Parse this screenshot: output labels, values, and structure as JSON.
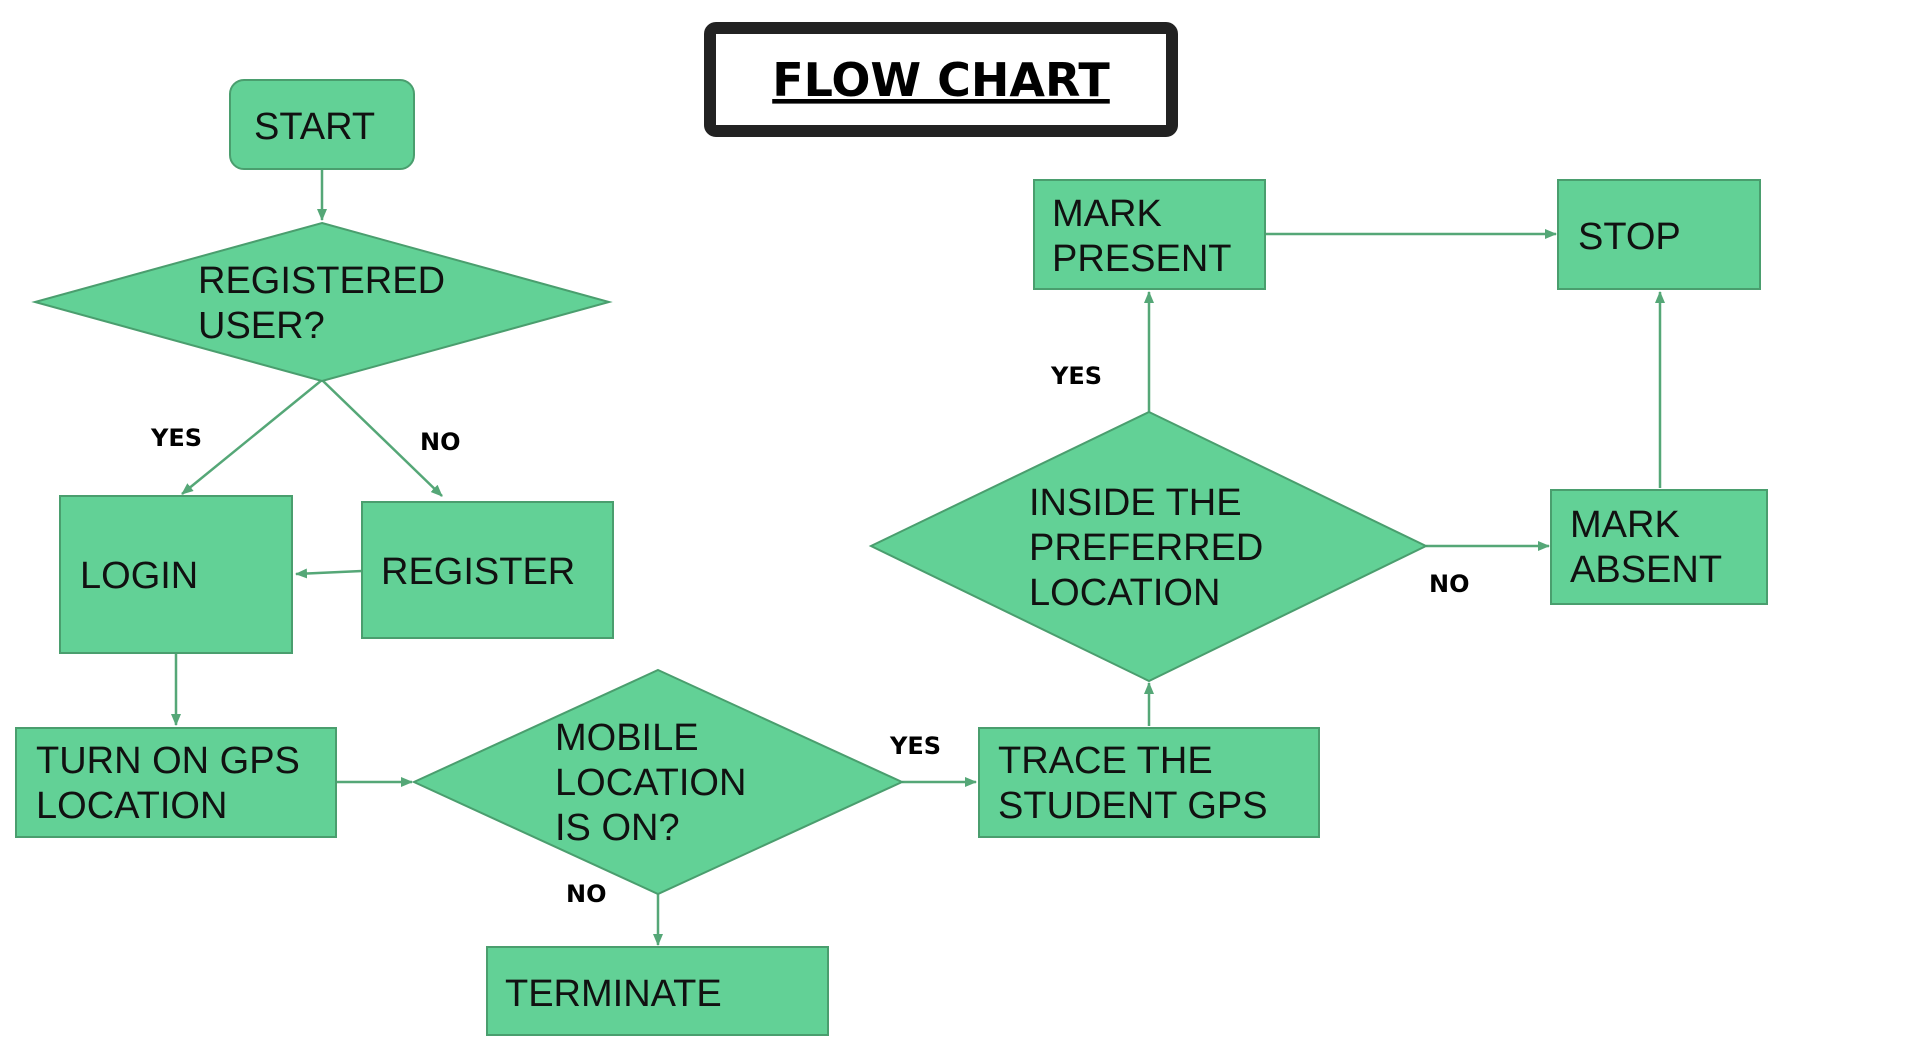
{
  "title": "FLOW CHART",
  "colors": {
    "node_fill": "#62d196",
    "node_stroke": "#4a9e6e",
    "edge": "#55a777",
    "title_border": "#222222"
  },
  "nodes": {
    "start": [
      "START"
    ],
    "registered": [
      "REGISTERED",
      "USER?"
    ],
    "login": [
      "LOGIN"
    ],
    "register": [
      "REGISTER"
    ],
    "gps": [
      "TURN ON GPS",
      "LOCATION"
    ],
    "mobile": [
      "MOBILE",
      "LOCATION",
      "IS ON?"
    ],
    "terminate": [
      "TERMINATE"
    ],
    "trace": [
      "TRACE THE",
      "STUDENT GPS"
    ],
    "inside": [
      "INSIDE THE",
      "PREFERRED",
      "LOCATION"
    ],
    "present": [
      "MARK",
      "PRESENT"
    ],
    "absent": [
      "MARK",
      "ABSENT"
    ],
    "stop": [
      "STOP"
    ]
  },
  "edge_labels": {
    "registered_yes": "YES",
    "registered_no": "NO",
    "mobile_yes": "YES",
    "mobile_no": "NO",
    "inside_yes": "YES",
    "inside_no": "NO"
  }
}
